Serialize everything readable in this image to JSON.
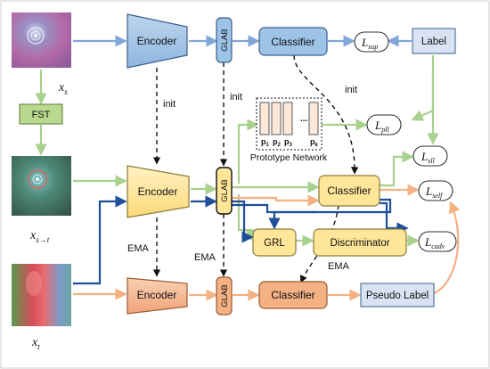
{
  "inputs": {
    "source": "x",
    "source_sub": "s",
    "translated": "x",
    "translated_sub": "s→t",
    "target": "x",
    "target_sub": "t"
  },
  "blocks": {
    "encoder": "Encoder",
    "glab": "GLAB",
    "classifier": "Classifier",
    "fst": "FST",
    "label": "Label",
    "grl": "GRL",
    "discriminator": "Discriminator",
    "pseudo_label": "Pseudo Label",
    "prototype_network": "Prototype Network"
  },
  "prototypes": {
    "p1": "p",
    "p1_sub": "1",
    "p2": "p",
    "p2_sub": "2",
    "p3": "p",
    "p3_sub": "3",
    "dots": "...",
    "pk": "p",
    "pk_sub": "k"
  },
  "edge_labels": {
    "init_encoder": "init",
    "init_glab": "init",
    "init_classifier": "init",
    "ema_encoder": "EMA",
    "ema_glab": "EMA",
    "ema_classifier": "EMA"
  },
  "losses": {
    "sup": "sup",
    "pll": "pll",
    "sll": "sll",
    "self": "self",
    "cadv": "cadv",
    "symbol": "L"
  },
  "colors": {
    "blue_flow": "#7fa7d9",
    "green_flow": "#a9d18e",
    "orange_flow": "#f4b183",
    "dark_blue_flow": "#1f4e9b",
    "encoder_blue": "#9dc3e6",
    "encoder_yellow": "#ffe699",
    "encoder_orange": "#f4b183"
  }
}
